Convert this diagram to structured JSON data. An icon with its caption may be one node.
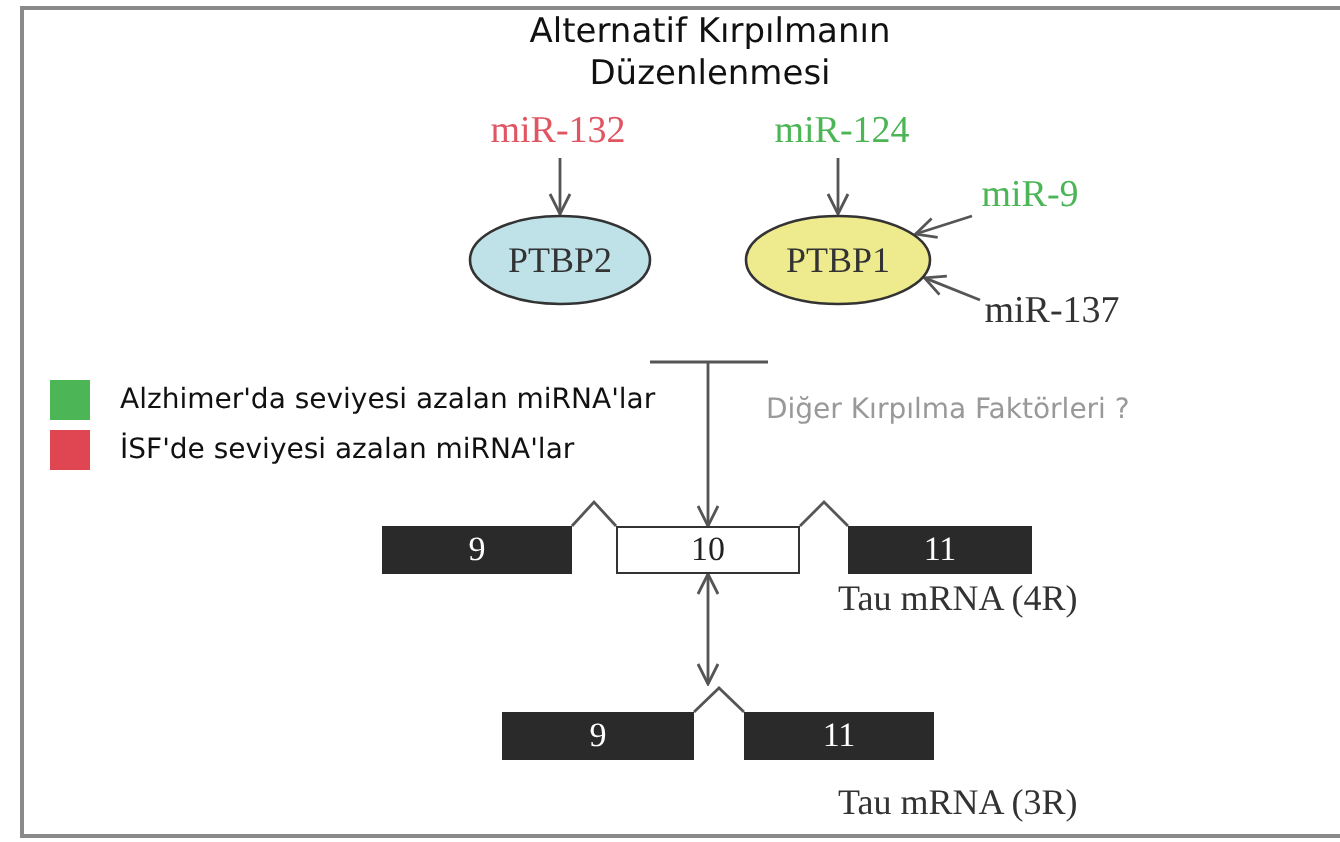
{
  "diagram": {
    "title": "Alternatif Kırpılmanın Düzenlenmesi",
    "nodes": [
      {
        "text": [
          "miR-132"
        ]
      },
      {
        "text": [
          "miR-124"
        ]
      },
      {
        "text": [
          "miR-9"
        ]
      },
      {
        "text": [
          "miR-137"
        ]
      },
      {
        "text": [
          "PTBP2"
        ]
      },
      {
        "text": [
          "PTBP1"
        ]
      },
      {
        "text": [
          "9"
        ]
      },
      {
        "text": [
          "10"
        ]
      },
      {
        "text": [
          "11"
        ]
      },
      {
        "text": [
          "9"
        ]
      },
      {
        "text": [
          "11"
        ]
      }
    ],
    "edges": [
      {
        "from": 0,
        "to": 4,
        "arrow": "to"
      },
      {
        "from": 1,
        "to": 5,
        "arrow": "to"
      },
      {
        "from": 2,
        "to": 5,
        "arrow": "to"
      },
      {
        "from": 3,
        "to": 5,
        "arrow": "to"
      },
      {
        "from": null,
        "to": 7,
        "arrow": "to"
      },
      {
        "from": 6,
        "to": 7,
        "arrow": "none"
      },
      {
        "from": 7,
        "to": 8,
        "arrow": "none"
      },
      {
        "from": 9,
        "to": 10,
        "arrow": "none"
      },
      {
        "from": 7,
        "to": 9,
        "arrow": "both"
      }
    ],
    "labels": [
      "Diğer Kırpılma Faktörleri ?",
      "Tau mRNA (4R)",
      "Tau mRNA (3R)"
    ],
    "legend": [
      {
        "text": "Alzhimer'da seviyesi azalan miRNA'lar",
        "color": "#4cb556"
      },
      {
        "text": "İSF'de seviyesi azalan miRNA'lar",
        "color": "#e04552"
      }
    ]
  }
}
